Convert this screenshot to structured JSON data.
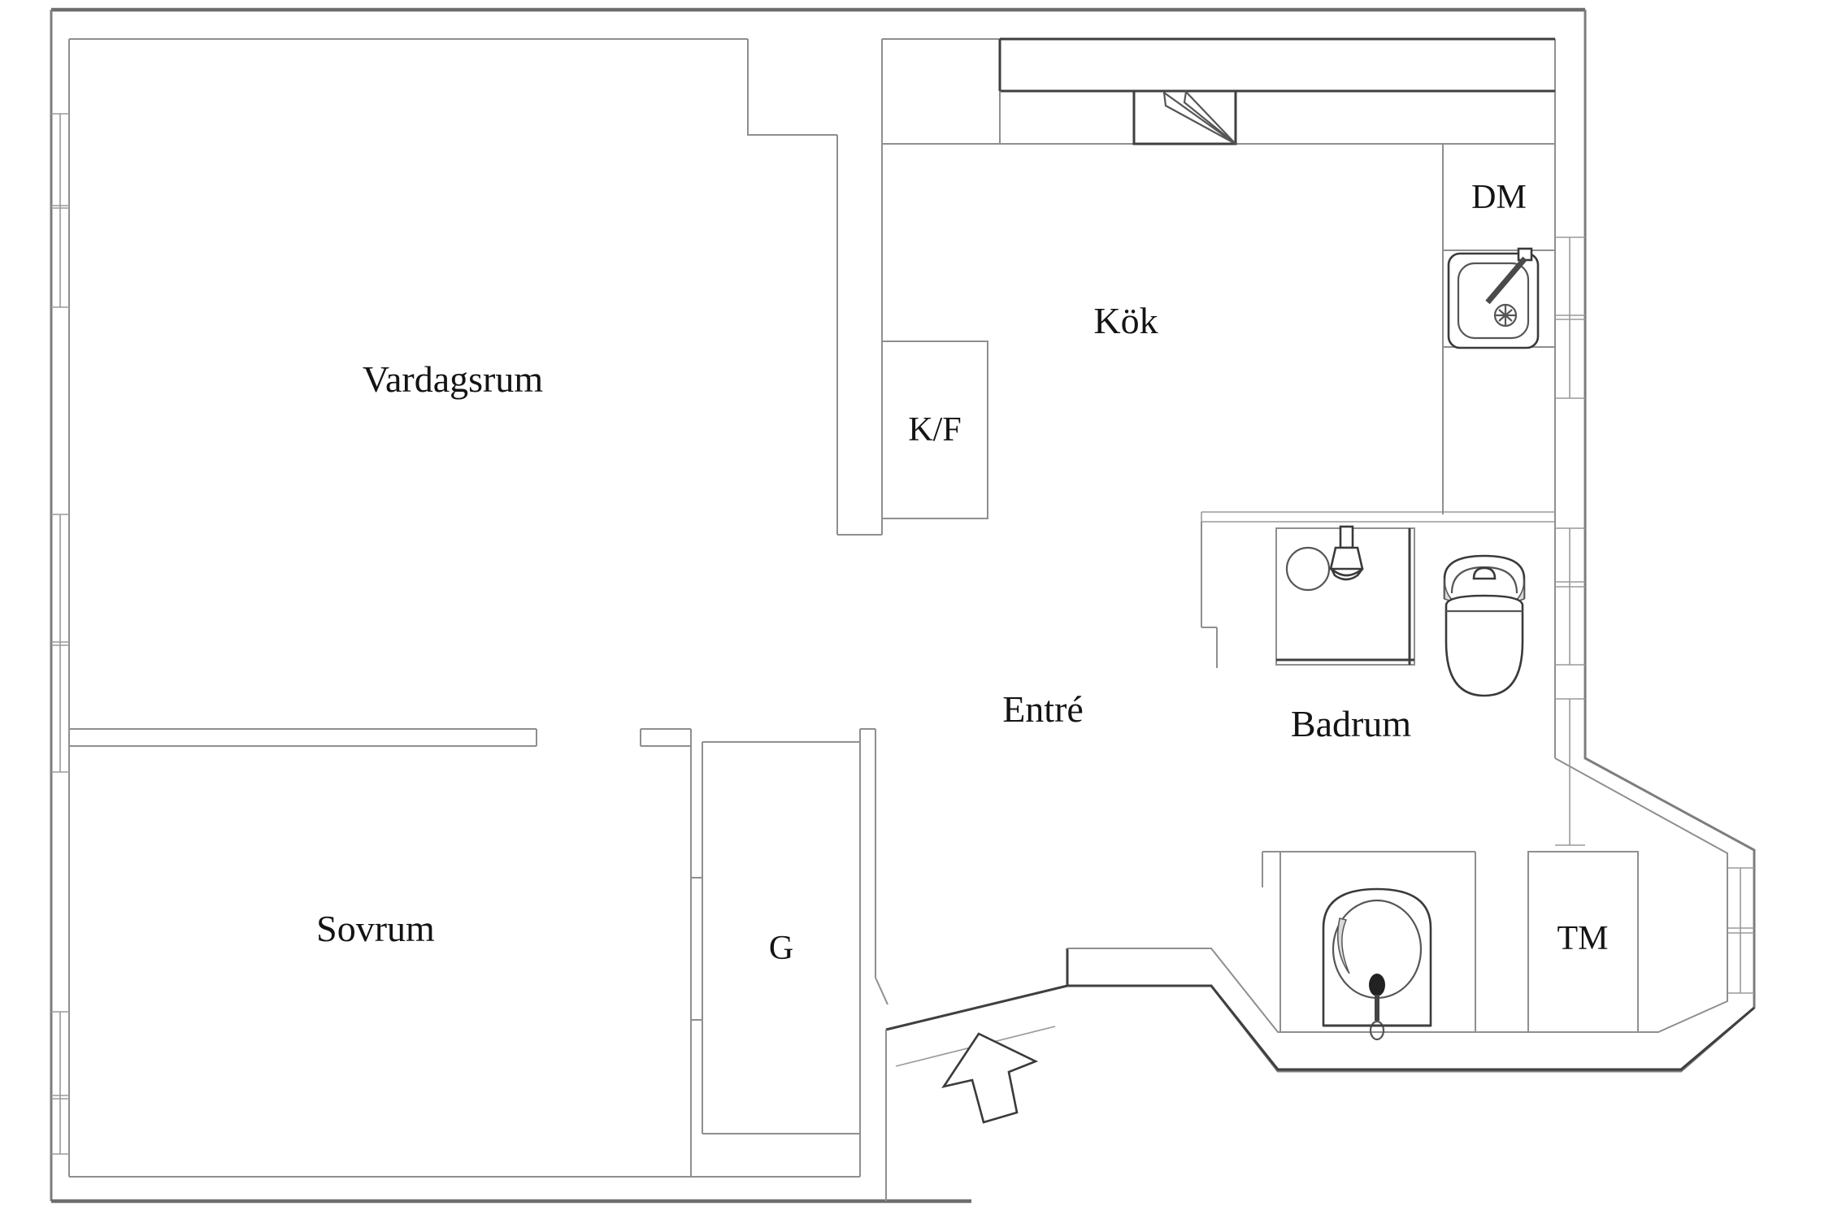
{
  "floorplan": {
    "title": "apartment-floor-plan",
    "rooms": {
      "living_room": "Vardagsrum",
      "kitchen": "Kök",
      "bedroom": "Sovrum",
      "bathroom": "Badrum",
      "entry": "Entré"
    },
    "appliances": {
      "dishwasher": "DM",
      "fridge_freezer": "K/F",
      "washing_machine": "TM",
      "wardrobe": "G"
    },
    "icons": [
      "kitchen-sink-icon",
      "shower-icon",
      "toilet-icon",
      "washbasin-icon",
      "entrance-arrow-icon",
      "window-icon",
      "cabinet-fan-icon"
    ],
    "colors": {
      "background": "#ffffff",
      "wall_light": "#8f8f8f",
      "wall_dark": "#3f3f3f",
      "wall_outer": "#6d6d6d",
      "text": "#141414",
      "fixture_shade": "#d9d9d9"
    }
  }
}
